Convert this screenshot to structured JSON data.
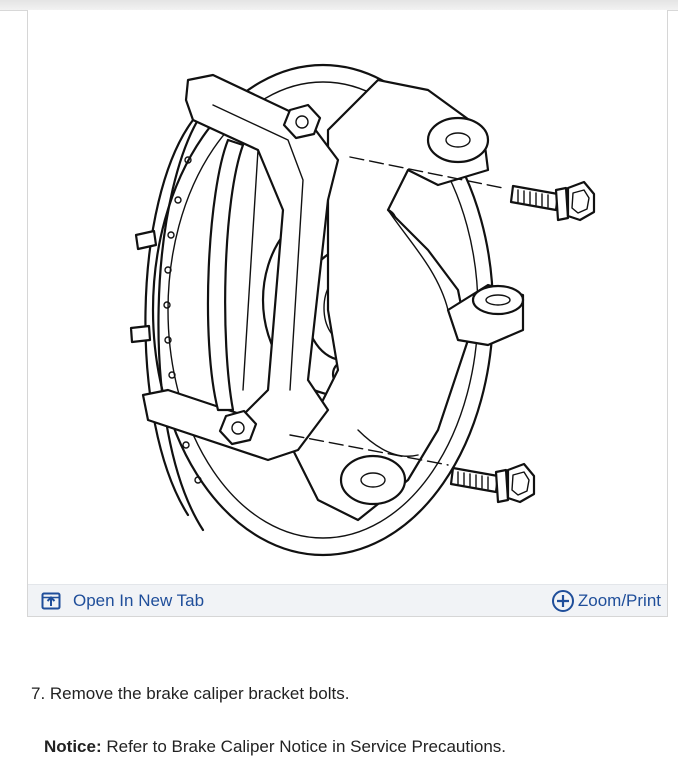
{
  "toolbar": {
    "open_label": "Open In New Tab",
    "open_icon": "open-in-new-tab-icon",
    "zoom_label": "Zoom/Print",
    "zoom_icon": "plus-circle-icon",
    "link_color": "#1f4e9a"
  },
  "content": {
    "step_text": "7. Remove the brake caliper bracket bolts.",
    "notice_label": "Notice:",
    "notice_text": " Refer to Brake Caliper Notice in Service Precautions."
  }
}
